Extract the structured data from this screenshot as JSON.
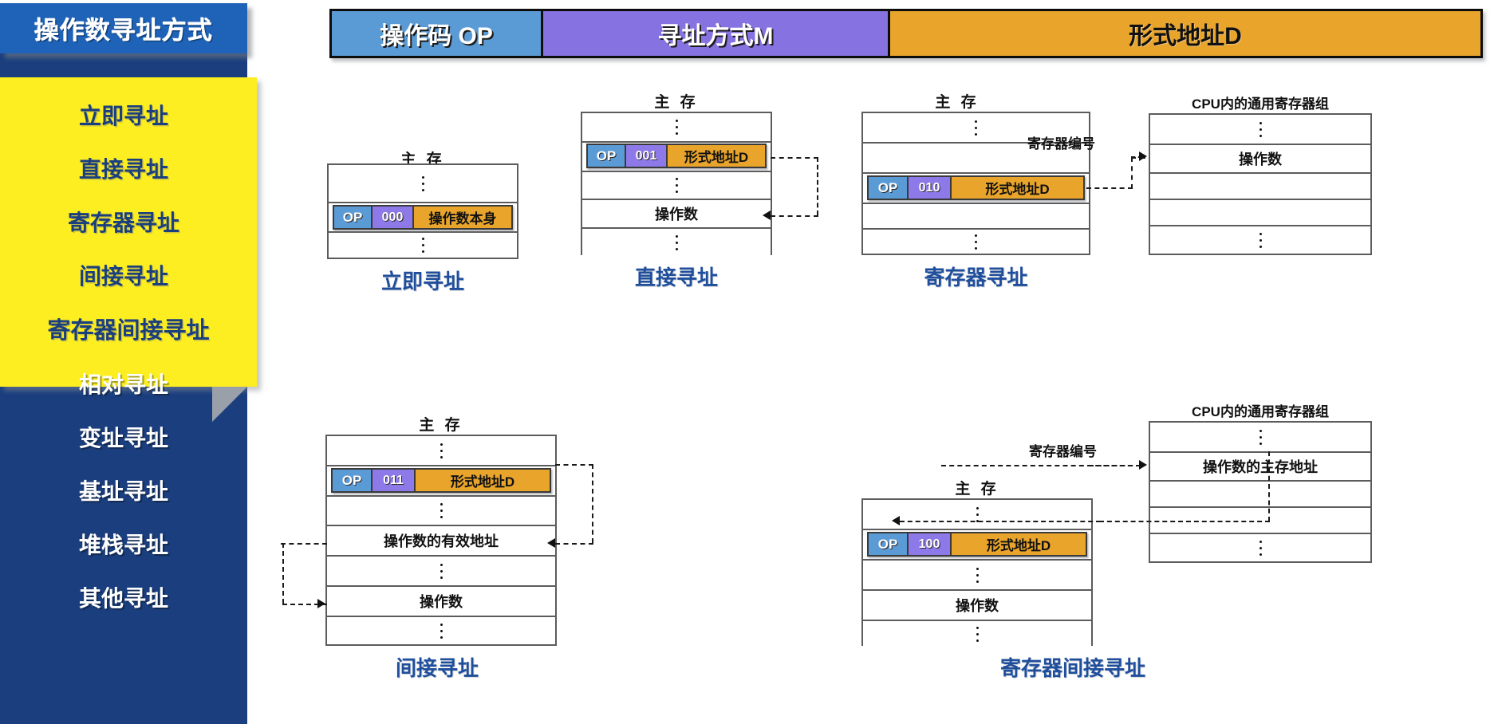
{
  "sidebar": {
    "title": "操作数寻址方式",
    "highlight_color": "#fcee21",
    "panel_color": "#1b3f7e",
    "title_color": "#1f63b8",
    "items_highlighted": [
      "立即寻址",
      "直接寻址",
      "寄存器寻址",
      "间接寻址",
      "寄存器间接寻址"
    ],
    "items_plain": [
      "相对寻址",
      "变址寻址",
      "基址寻址",
      "堆栈寻址",
      "其他寻址"
    ]
  },
  "format_bar": {
    "op": "操作码 OP",
    "mode": "寻址方式M",
    "address": "形式地址D",
    "op_color": "#5b9bd5",
    "mode_color": "#8672e0",
    "address_color": "#e8a42b"
  },
  "labels": {
    "main_memory": "主 存",
    "register_group": "CPU内的通用寄存器组",
    "register_number": "寄存器编号",
    "op": "OP",
    "operand": "操作数",
    "operand_itself": "操作数本身",
    "form_address": "形式地址D",
    "effective_address": "操作数的有效地址",
    "operand_main_address": "操作数的主存地址"
  },
  "diagrams": [
    {
      "id": "immediate",
      "caption": "立即寻址",
      "memory_title": "主 存",
      "mode_code": "000",
      "d_field": "操作数本身",
      "rows": [
        "dots",
        "instruction",
        "dots"
      ]
    },
    {
      "id": "direct",
      "caption": "直接寻址",
      "memory_title": "主 存",
      "mode_code": "001",
      "d_field": "形式地址D",
      "rows": [
        "dots",
        "instruction",
        "dots",
        "操作数",
        "dots"
      ]
    },
    {
      "id": "register",
      "caption": "寄存器寻址",
      "memory_title": "主 存",
      "register_group_title": "CPU内的通用寄存器组",
      "arrow_label": "寄存器编号",
      "mode_code": "010",
      "d_field": "形式地址D",
      "rows": [
        "dots",
        "blank",
        "instruction",
        "blank",
        "dots"
      ],
      "register_rows": [
        "dots",
        "操作数",
        "blank",
        "blank",
        "dots"
      ]
    },
    {
      "id": "indirect",
      "caption": "间接寻址",
      "memory_title": "主 存",
      "mode_code": "011",
      "d_field": "形式地址D",
      "rows": [
        "dots",
        "instruction",
        "dots",
        "操作数的有效地址",
        "dots",
        "操作数",
        "dots"
      ]
    },
    {
      "id": "register-indirect",
      "caption": "寄存器间接寻址",
      "memory_title": "主 存",
      "register_group_title": "CPU内的通用寄存器组",
      "arrow_label": "寄存器编号",
      "mode_code": "100",
      "d_field": "形式地址D",
      "rows": [
        "dots",
        "instruction",
        "dots",
        "操作数",
        "dots"
      ],
      "register_rows": [
        "dots",
        "操作数的主存地址",
        "blank",
        "blank",
        "dots"
      ]
    }
  ]
}
